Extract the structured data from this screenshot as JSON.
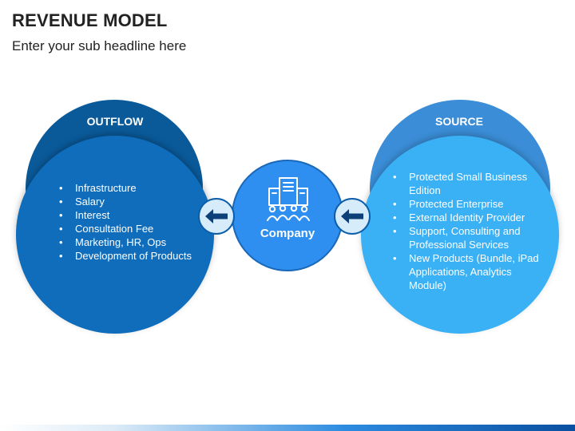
{
  "slide": {
    "title": "REVENUE MODEL",
    "subtitle": "Enter your sub headline here"
  },
  "outflow": {
    "heading": "OUTFLOW",
    "items": [
      "Infrastructure",
      "Salary",
      "Interest",
      "Consultation Fee",
      "Marketing, HR, Ops",
      "Development of Products"
    ]
  },
  "source": {
    "heading": "SOURCE",
    "items": [
      "Protected Small Business Edition",
      "Protected Enterprise",
      "External Identity Provider",
      "Support, Consulting and Professional Services",
      "New Products (Bundle, iPad Applications, Analytics Module)"
    ]
  },
  "center": {
    "label": "Company",
    "icon": "company-building-people-icon"
  },
  "connectors": {
    "left_icon": "arrow-left-icon",
    "right_icon": "arrow-left-icon"
  },
  "colors": {
    "outflow_back": "#0a5a9a",
    "outflow_front": "#0f6dbc",
    "source_back": "#3a8dd6",
    "source_front": "#3ab0f5",
    "company": "#2f8ff0",
    "arrow_fill": "#0d3f78",
    "connector_bg": "#d6ecfb"
  }
}
